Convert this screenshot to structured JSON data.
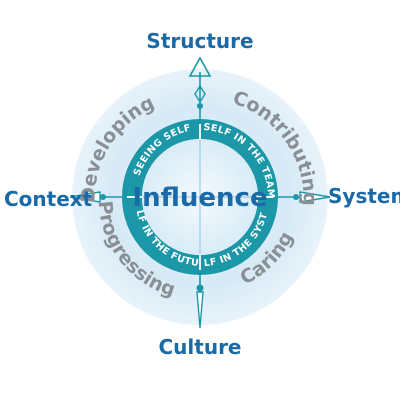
{
  "compass": {
    "north": "Structure",
    "south": "Culture",
    "west": "Context",
    "east": "Systems"
  },
  "center": "Influence",
  "quadrants_outer": {
    "top_left": "Developing",
    "top_right": "Contributing",
    "bottom_left": "Progressing",
    "bottom_right": "Caring"
  },
  "ring_labels": {
    "top_left": "SEEING SELF",
    "top_right": "SELF IN THE TEAM",
    "bottom_left": "SELF IN THE FUTURE",
    "bottom_right": "SELF IN THE SYSTEM"
  },
  "colors": {
    "compass_text": "#1a6aa8",
    "outer_text": "#8a8f96",
    "ring": "#1b97a8",
    "ring_text": "#ffffff",
    "center_text": "#1a6aa8",
    "halo": "#d8ebf6",
    "inner_fill": "#e9f4fb",
    "needle": "#1b97a8"
  }
}
